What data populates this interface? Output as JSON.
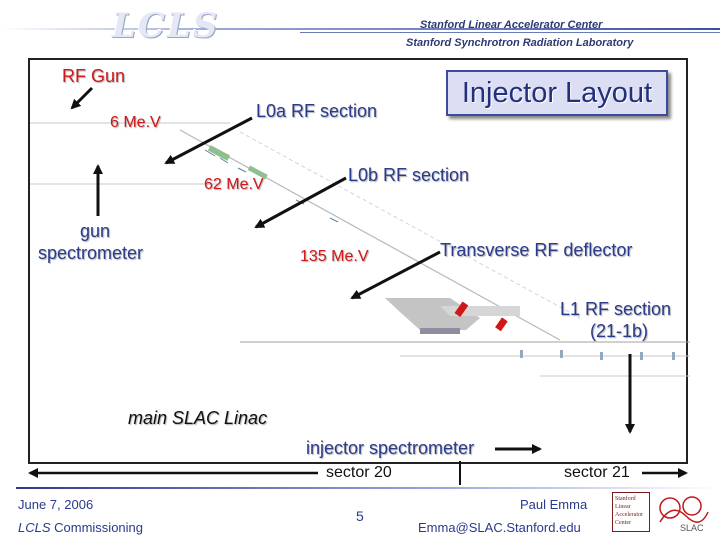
{
  "header": {
    "logo": "LCLS",
    "org_line_1": "Stanford Linear Accelerator Center",
    "org_line_2": "Stanford Synchrotron Radiation Laboratory"
  },
  "title": "Injector Layout",
  "labels": {
    "rf_gun": "RF Gun",
    "mev_6": "6 Me.V",
    "l0a": "L0a RF section",
    "mev_62": "62 Me.V",
    "l0b": "L0b RF section",
    "gun_spec_1": "gun",
    "gun_spec_2": "spectrometer",
    "mev_135": "135 Me.V",
    "trans_rf": "Transverse RF deflector",
    "l1_1": "L1 RF section",
    "l1_2": "(21-1b)",
    "main_linac": "main SLAC Linac",
    "inj_spec": "injector spectrometer",
    "sector_20": "sector 20",
    "sector_21": "sector 21"
  },
  "footer": {
    "date": "June 7, 2006",
    "event_italic": "LCLS",
    "event_rest": " Commissioning",
    "page": "5",
    "author": "Paul Emma",
    "email": "Emma@SLAC.Stanford.edu",
    "stanford_logo": "Stanford Linear Accelerator Center",
    "slac_logo_text": "SLAC"
  },
  "colors": {
    "label_blue": "#2a3a8c",
    "title_bg": "#dcdff4",
    "beamline_gray": "#c0c0c0",
    "rf_red": "#d01818"
  }
}
